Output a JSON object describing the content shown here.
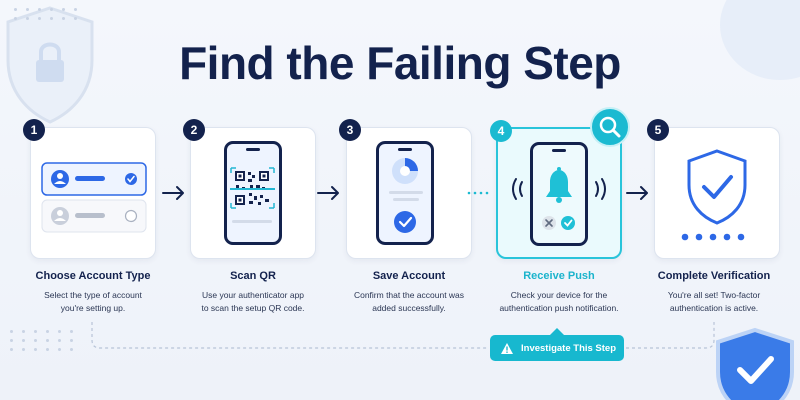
{
  "title": "Find the Failing Step",
  "steps": [
    {
      "number": "1",
      "title": "Choose Account Type",
      "description_line1": "Select the type of account",
      "description_line2": "you're setting up."
    },
    {
      "number": "2",
      "title": "Scan QR",
      "description_line1": "Use your authenticator app",
      "description_line2": "to scan the setup QR code."
    },
    {
      "number": "3",
      "title": "Save Account",
      "description_line1": "Confirm that the account was",
      "description_line2": "added successfully."
    },
    {
      "number": "4",
      "title": "Receive Push",
      "description_line1": "Check your device for the",
      "description_line2": "authentication push notification."
    },
    {
      "number": "5",
      "title": "Complete Verification",
      "description_line1": "You're all set! Two-factor",
      "description_line2": "authentication is active."
    }
  ],
  "active_step": 4,
  "investigate_button": {
    "label": "Investigate This Step",
    "icon": "warning-icon"
  },
  "colors": {
    "navy": "#13224d",
    "accent": "#1bbad1",
    "blue": "#1f5fe0"
  }
}
